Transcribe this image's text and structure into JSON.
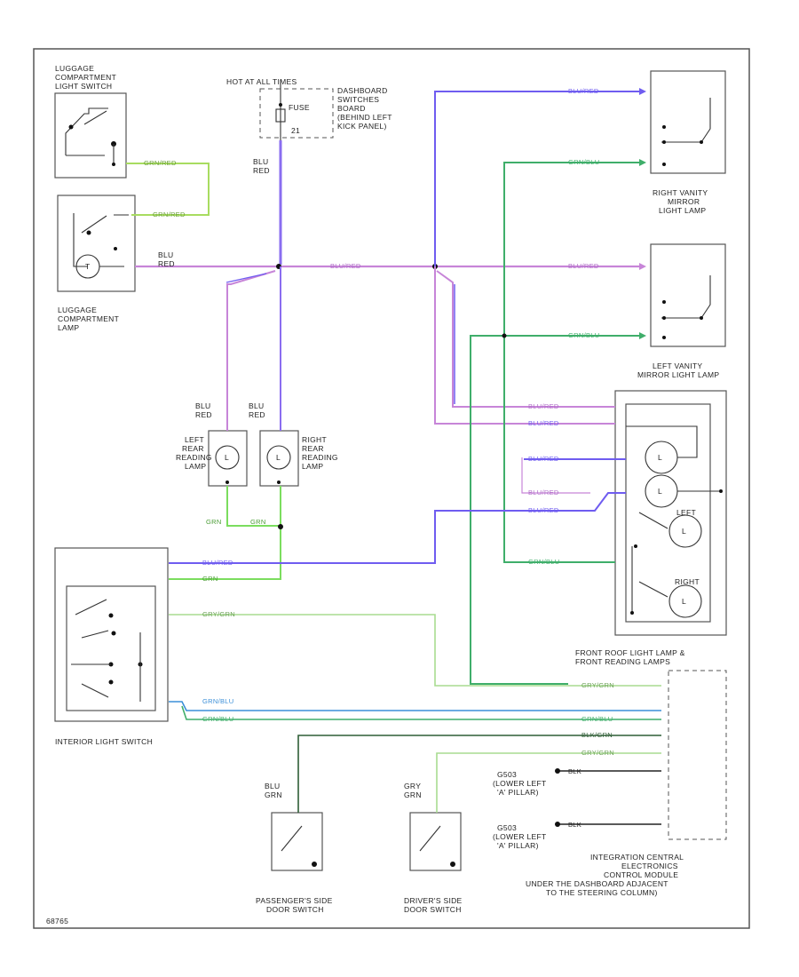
{
  "colors": {
    "blu_red": "#6f5cf0",
    "blu_red_pink": "#c785d8",
    "grn": "#7bdd5e",
    "gry_grn": "#a8dc90",
    "grn_blu": "#3fae6a",
    "blk_grn": "#2f5e36",
    "blu_grn": "#3b8fd8",
    "frame": "#555555"
  },
  "labels": {
    "luggage_switch": [
      "LUGGAGE",
      "COMPARTMENT",
      "LIGHT SWITCH"
    ],
    "luggage_lamp": [
      "LUGGAGE",
      "COMPARTMENT",
      "LAMP"
    ],
    "hot_power": "HOT AT ALL TIMES",
    "fuse": "FUSE",
    "fuse_num": "21",
    "fuse_block": [
      "DASHBOARD",
      "SWITCHES",
      "BOARD",
      "(BEHIND LEFT",
      "KICK PANEL)"
    ],
    "blu_red_short": [
      "BLU",
      "RED"
    ],
    "right_vanity": [
      "RIGHT VANITY",
      "MIRROR",
      "LIGHT LAMP"
    ],
    "left_vanity": [
      "LEFT VANITY",
      "MIRROR LIGHT LAMP"
    ],
    "left_rear": [
      "LEFT",
      "REAR",
      "READING",
      "LAMP"
    ],
    "right_rear": [
      "RIGHT",
      "REAR",
      "READING",
      "LAMP"
    ],
    "left_lamp": "LEFT",
    "right_lamp": "RIGHT",
    "front_roof": [
      "FRONT ROOF LIGHT LAMP &",
      "FRONT READING LAMPS"
    ],
    "interior_switch": "INTERIOR LIGHT SWITCH",
    "gry_grn_short": [
      "GRY",
      "GRN"
    ],
    "blu_grn_short": [
      "BLU",
      "GRN"
    ],
    "g503_left": [
      "G503",
      "(LOWER LEFT",
      "'A' PILLAR)"
    ],
    "g503_left2": [
      "G503",
      "(LOWER LEFT",
      "'A' PILLAR)"
    ],
    "passenger_switch": [
      "PASSENGER'S SIDE",
      "DOOR SWITCH"
    ],
    "driver_switch": [
      "DRIVER'S SIDE",
      "DOOR SWITCH"
    ],
    "icem": [
      "INTEGRATION CENTRAL",
      "ELECTRONICS",
      "CONTROL MODULE",
      "UNDER THE DASHBOARD ADJACENT",
      "TO THE STEERING COLUMN)"
    ],
    "code": "68765"
  },
  "wires": {
    "grn_red": "GRN/RED",
    "blu_red": "BLU/RED",
    "grn_blu": "GRN/BLU",
    "gry_grn": "GRY/GRN",
    "blk_grn": "BLK/GRN",
    "grn": "GRN",
    "blk": "BLK"
  }
}
